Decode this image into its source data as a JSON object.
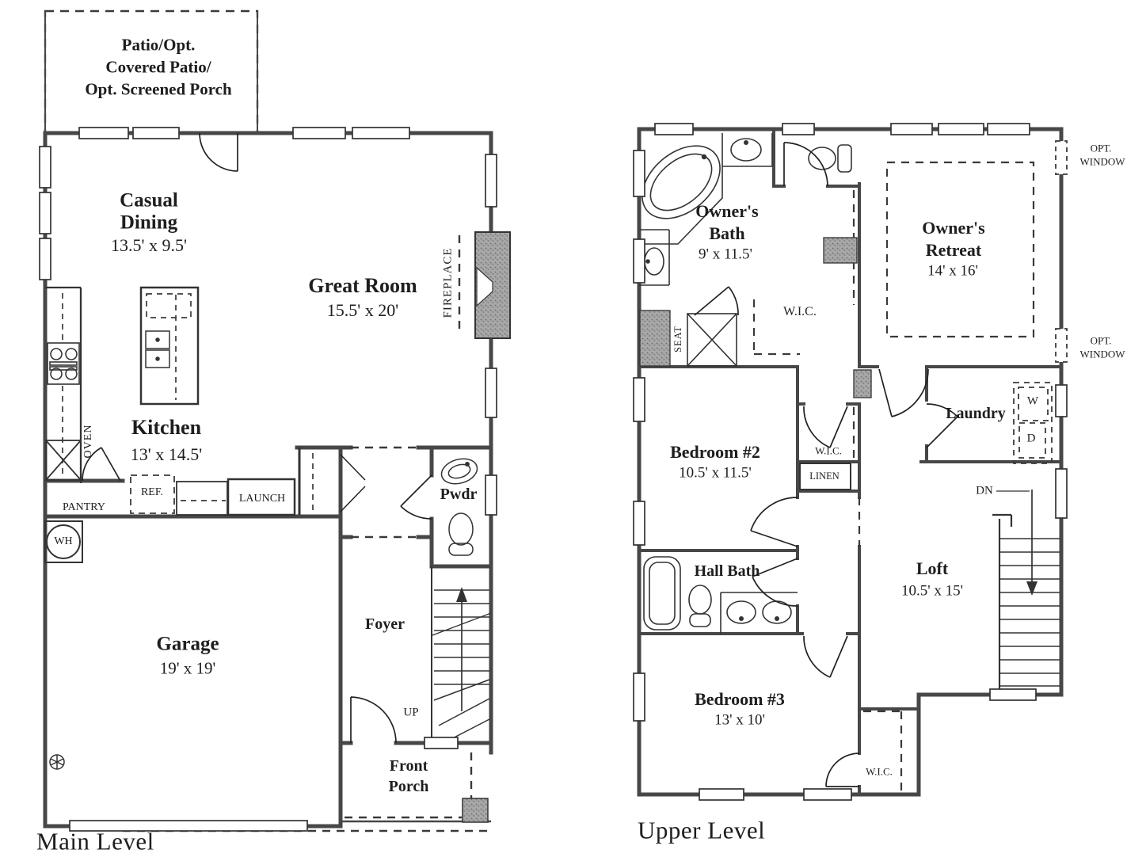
{
  "colors": {
    "wall": "#474747",
    "line": "#333333",
    "text": "#1e1e1e",
    "texture": "#9f9f9f"
  },
  "main_level": {
    "title": "Main Level",
    "patio_label": {
      "line1": "Patio/Opt.",
      "line2": "Covered Patio/",
      "line3": "Opt. Screened Porch"
    },
    "casual_dining": {
      "line1": "Casual",
      "line2": "Dining",
      "dims": "13.5' x 9.5'"
    },
    "great_room": {
      "name": "Great Room",
      "dims": "15.5' x 20'"
    },
    "fireplace_label": "FIREPLACE",
    "kitchen": {
      "name": "Kitchen",
      "dims": "13' x 14.5'"
    },
    "oven_label": "OVEN",
    "pantry_label": "PANTRY",
    "ref_label": "REF.",
    "launch_label": "LAUNCH",
    "water_heater_label": "WH",
    "powder_label": "Pwdr",
    "foyer_label": "Foyer",
    "up_label": "UP",
    "garage": {
      "name": "Garage",
      "dims": "19' x 19'"
    },
    "front_porch": {
      "line1": "Front",
      "line2": "Porch"
    }
  },
  "upper_level": {
    "title": "Upper Level",
    "owners_bath": {
      "line1": "Owner's",
      "line2": "Bath",
      "dims": "9' x 11.5'"
    },
    "owners_retreat": {
      "line1": "Owner's",
      "line2": "Retreat",
      "dims": "14' x 16'"
    },
    "opt_window": {
      "line1": "OPT.",
      "line2": "WINDOW"
    },
    "wic_label": "W.I.C.",
    "seat_label": "SEAT",
    "laundry_label": "Laundry",
    "washer_label": "W",
    "dryer_label": "D",
    "bedroom2": {
      "name": "Bedroom #2",
      "dims": "10.5' x 11.5'"
    },
    "linen_label": "LINEN",
    "dn_label": "DN",
    "loft": {
      "name": "Loft",
      "dims": "10.5' x 15'"
    },
    "hall_bath_label": "Hall Bath",
    "bedroom3": {
      "name": "Bedroom #3",
      "dims": "13' x 10'"
    }
  }
}
